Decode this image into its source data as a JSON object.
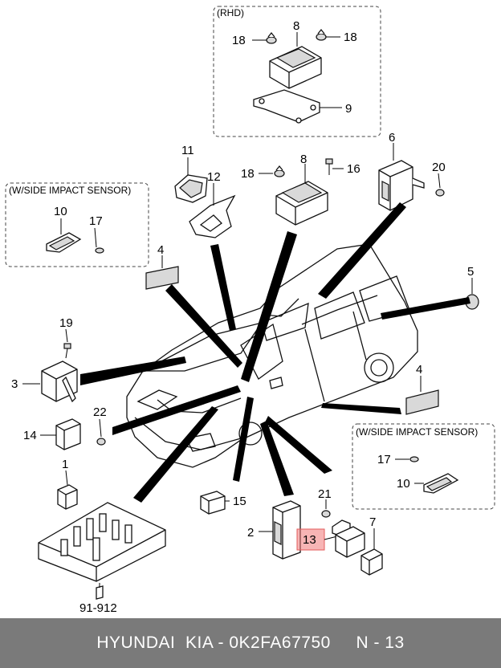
{
  "boxes": {
    "rhd": "(RHD)",
    "side_impact_top": "(W/SIDE IMPACT SENSOR)",
    "side_impact_bottom": "(W/SIDE IMPACT SENSOR)"
  },
  "callouts": {
    "rhd_18_left": "18",
    "rhd_8": "8",
    "rhd_18_right": "18",
    "rhd_9": "9",
    "p11": "11",
    "p12": "12",
    "p18": "18",
    "p8": "8",
    "p16": "16",
    "p6": "6",
    "p20": "20",
    "p10_top": "10",
    "p17_top": "17",
    "p4_left": "4",
    "p5": "5",
    "p19": "19",
    "p3": "3",
    "p4_right": "4",
    "p22": "22",
    "p14": "14",
    "p1": "1",
    "p17_bottom": "17",
    "p10_bottom": "10",
    "p15": "15",
    "p21": "21",
    "p7": "7",
    "p2": "2",
    "p13": "13",
    "p91912": "91-912"
  },
  "footer": {
    "text": "HYUNDAI  KIA - 0K2FA67750     N - 13"
  },
  "colors": {
    "footer_bg": "#7a7a7a",
    "highlight": "#e35b5b"
  }
}
